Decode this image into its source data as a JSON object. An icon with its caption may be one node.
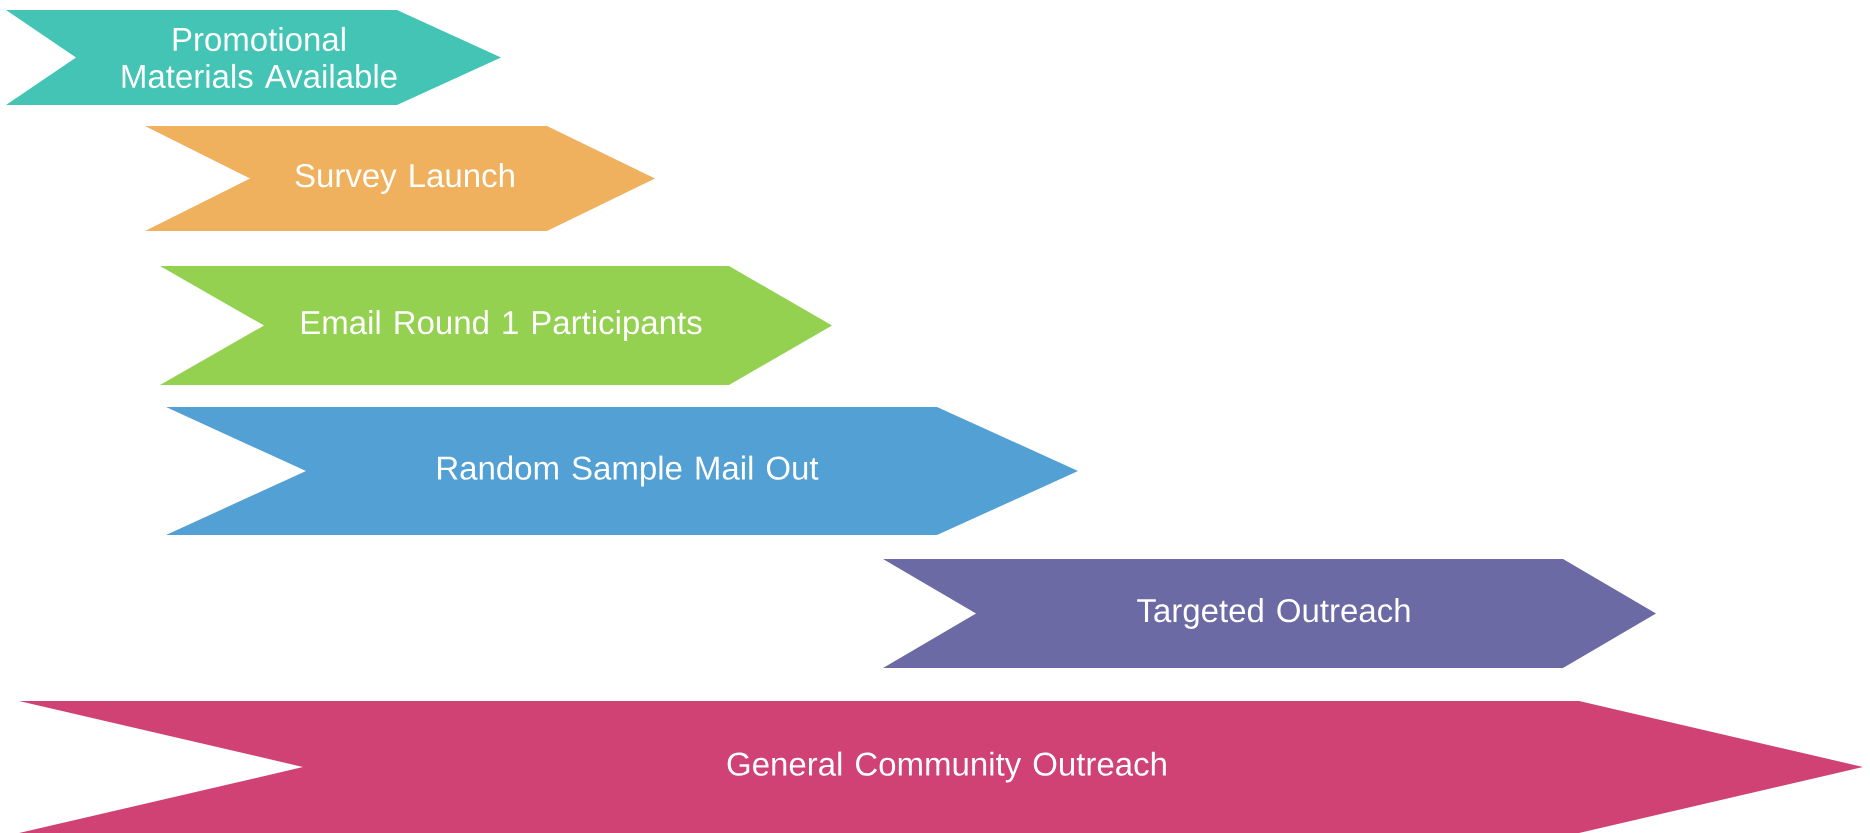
{
  "diagram": {
    "nodes": [
      {
        "text": [
          "Promotional Materials Available"
        ]
      },
      {
        "text": [
          "Survey Launch"
        ]
      },
      {
        "text": [
          "Email Round 1 Participants"
        ]
      },
      {
        "text": [
          "Random Sample Mail Out"
        ]
      },
      {
        "text": [
          "Targeted Outreach"
        ]
      },
      {
        "text": [
          "General Community Outreach"
        ]
      }
    ]
  }
}
